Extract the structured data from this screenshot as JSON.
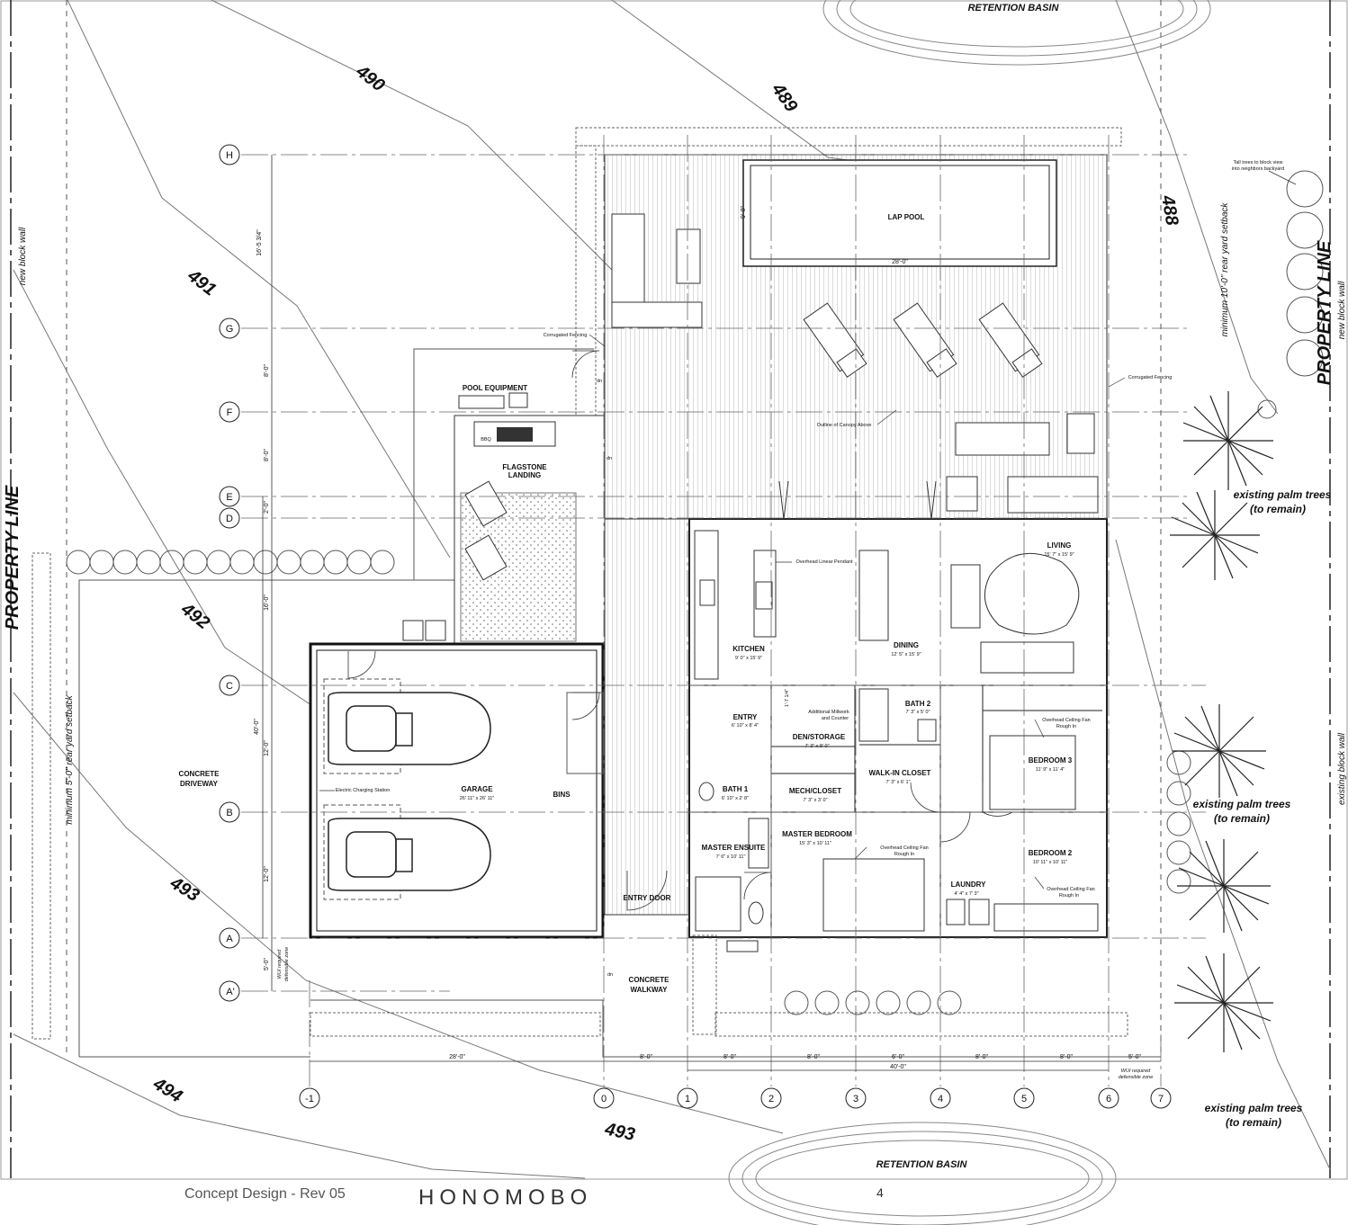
{
  "grid": {
    "rows": [
      "H",
      "G",
      "F",
      "E",
      "D",
      "C",
      "B",
      "A",
      "A'"
    ],
    "columns": [
      "-1",
      "0",
      "1",
      "2",
      "3",
      "4",
      "5",
      "6",
      "7"
    ]
  },
  "dimensions": {
    "vertical": [
      "16'-5 3/4\"",
      "8'-0\"",
      "8'-0\"",
      "2'-0\"",
      "16'-0\"",
      "40'-0\"",
      "12'-0\"",
      "12'-0\"",
      "5'-0\""
    ],
    "horizontal": [
      "28'-0\"",
      "8'-0\"",
      "8'-0\"",
      "8'-0\"",
      "6'-0\"",
      "8'-0\"",
      "8'-0\"",
      "5'-0\""
    ],
    "overall": "40'-0\"",
    "pool_width": "28'-0\"",
    "pool_depth": "9'-0\"",
    "small_dim": "1'-7 1/4\""
  },
  "contours": [
    "490",
    "489",
    "488",
    "491",
    "492",
    "493",
    "494",
    "493"
  ],
  "site": {
    "property_line_left": "PROPERTY LINE",
    "property_line_right": "PROPERTY LINE",
    "wall_left": "new block wall",
    "wall_right_top": "new block wall",
    "wall_right_bottom": "existing block wall",
    "setback_left": "minimum 5'-0\" rear yard setback",
    "setback_right": "minimum 10'-0\" rear yard setback",
    "retention_top": "RETENTION BASIN",
    "retention_bottom": "RETENTION BASIN",
    "palm_note_1a": "existing palm trees",
    "palm_note_1b": "(to remain)",
    "palm_note_2a": "existing palm trees",
    "palm_note_2b": "(to remain)",
    "palm_note_3a": "existing palm trees",
    "palm_note_3b": "(to remain)",
    "tall_trees_a": "Tall trees to block view",
    "tall_trees_b": "into neighbors backyard",
    "wui_a": "WUI required",
    "wui_b": "defensible zone",
    "wui2_a": "WUI required",
    "wui2_b": "defensible zone"
  },
  "rooms": {
    "lap_pool": "LAP POOL",
    "pool_equipment": "POOL EQUIPMENT",
    "bbq": "BBQ",
    "flagstone_a": "FLAGSTONE",
    "flagstone_b": "LANDING",
    "living": "LIVING",
    "living_size": "15' 7\" x 15' 9\"",
    "kitchen": "KITCHEN",
    "kitchen_size": "9' 0\" x 15' 9\"",
    "dining": "DINING",
    "dining_size": "12' 5\" x 15' 9\"",
    "entry": "ENTRY",
    "entry_size": "6' 10\" x 8' 4\"",
    "den": "DEN/STORAGE",
    "den_size": "7' 3\" x 8' 0\"",
    "bath2": "BATH 2",
    "bath2_size": "7' 3\" x 5' 0\"",
    "walkin": "WALK-IN CLOSET",
    "walkin_size": "7' 3\" x 6' 1\"",
    "mech": "MECH/CLOSET",
    "mech_size": "7' 3\" x 3' 0\"",
    "bath1": "BATH 1",
    "bath1_size": "6' 10\" x 2' 8\"",
    "master_ensuite": "MASTER ENSUITE",
    "master_ensuite_size": "7' 6\" x 10' 11\"",
    "master_bedroom": "MASTER BEDROOM",
    "master_bedroom_size": "15' 3\" x 10' 11\"",
    "bedroom3": "BEDROOM 3",
    "bedroom3_size": "11' 9\" x 11' 4\"",
    "bedroom2": "BEDROOM 2",
    "bedroom2_size": "10' 11\" x 10' 11\"",
    "laundry": "LAUNDRY",
    "laundry_size": "4' 4\" x 7' 3\"",
    "garage": "GARAGE",
    "garage_size": "26' 11\" x 26' 11\"",
    "bins": "BINS",
    "driveway_a": "CONCRETE",
    "driveway_b": "DRIVEWAY",
    "walkway_a": "CONCRETE",
    "walkway_b": "WALKWAY",
    "entry_door": "ENTRY DOOR"
  },
  "notes": {
    "corrugated_1": "Corrugated Fencing",
    "corrugated_2": "Corrugated Fencing",
    "canopy": "Outline of Canopy Above",
    "pendant": "Overhead Linear Pendant",
    "millwork_a": "Additional Millwork",
    "millwork_b": "and Counter",
    "fan_master_a": "Overhead Ceiling Fan",
    "fan_master_b": "Rough In",
    "fan_b3_a": "Overhead Ceiling Fan",
    "fan_b3_b": "Rough In",
    "fan_b2_a": "Overhead Ceiling Fan",
    "fan_b2_b": "Rough In",
    "charging": "Electric Charging Station",
    "dn_1": "dn",
    "dn_2": "dn",
    "dn_3": "dn"
  },
  "footer": {
    "left": "Concept Design - Rev 05",
    "logo": "HONOMOBO",
    "page": "4"
  }
}
